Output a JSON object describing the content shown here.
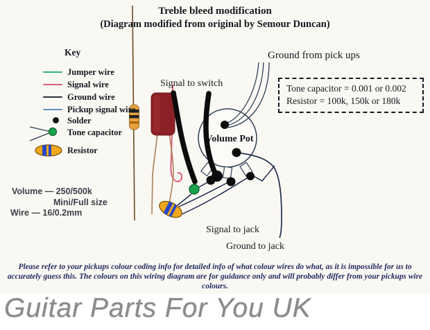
{
  "title": {
    "line1": "Treble bleed modification",
    "line2": "(Diagram modified from original by Semour Duncan)"
  },
  "key": {
    "heading": "Key",
    "items": [
      {
        "label": "Jumper wire",
        "color": "#2eb872"
      },
      {
        "label": "Signal wire",
        "color": "#d95f7a"
      },
      {
        "label": "Ground wire",
        "color": "#2a2f3a"
      },
      {
        "label": "Pickup signal wire",
        "color": "#5f8fc0"
      },
      {
        "label": "Solder",
        "color": "#111111"
      },
      {
        "label": "Tone capacitor",
        "color": "#18a24c"
      },
      {
        "label": "Resistor",
        "color": "#f2a91d"
      }
    ]
  },
  "diagram": {
    "labels": {
      "signal_to_switch": "Signal to switch",
      "ground_from_pickups": "Ground from pick ups",
      "volume_pot": "Volume Pot",
      "signal_to_jack": "Signal to jack",
      "ground_to_jack": "Ground to jack"
    },
    "note_box": {
      "line1": "Tone capacitor = 0.001 or 0.002",
      "line2": "Resistor = 100k, 150k or 180k"
    }
  },
  "specs": {
    "volume_line": "Volume — 250/500k",
    "size_line": "Mini/Full size",
    "wire_line": "Wire — 16/0.2mm"
  },
  "disclaimer": {
    "line1": "Please refer to your pickups colour coding info for detailed info of what colour wires do what, as it is impossible for us to",
    "line2": "accurately guess this.  The colours on this wiring diagram are for guidance only and will probably differ from your pickups wire",
    "line3": "colours."
  },
  "watermark_text": "Guitar Parts For You UK",
  "colors": {
    "jumper": "#2eb872",
    "signal": "#d95f7a",
    "ground": "#2a2f3a",
    "pickup_signal": "#5f8fc0",
    "solder": "#111111",
    "tone_capacitor": "#18a24c",
    "resistor_body": "#f2a91d",
    "resistor_band": "#2847c8",
    "capacitor_body": "#8b2126",
    "drawn_wire": "#24334f",
    "lead_brown": "#a9805a"
  }
}
